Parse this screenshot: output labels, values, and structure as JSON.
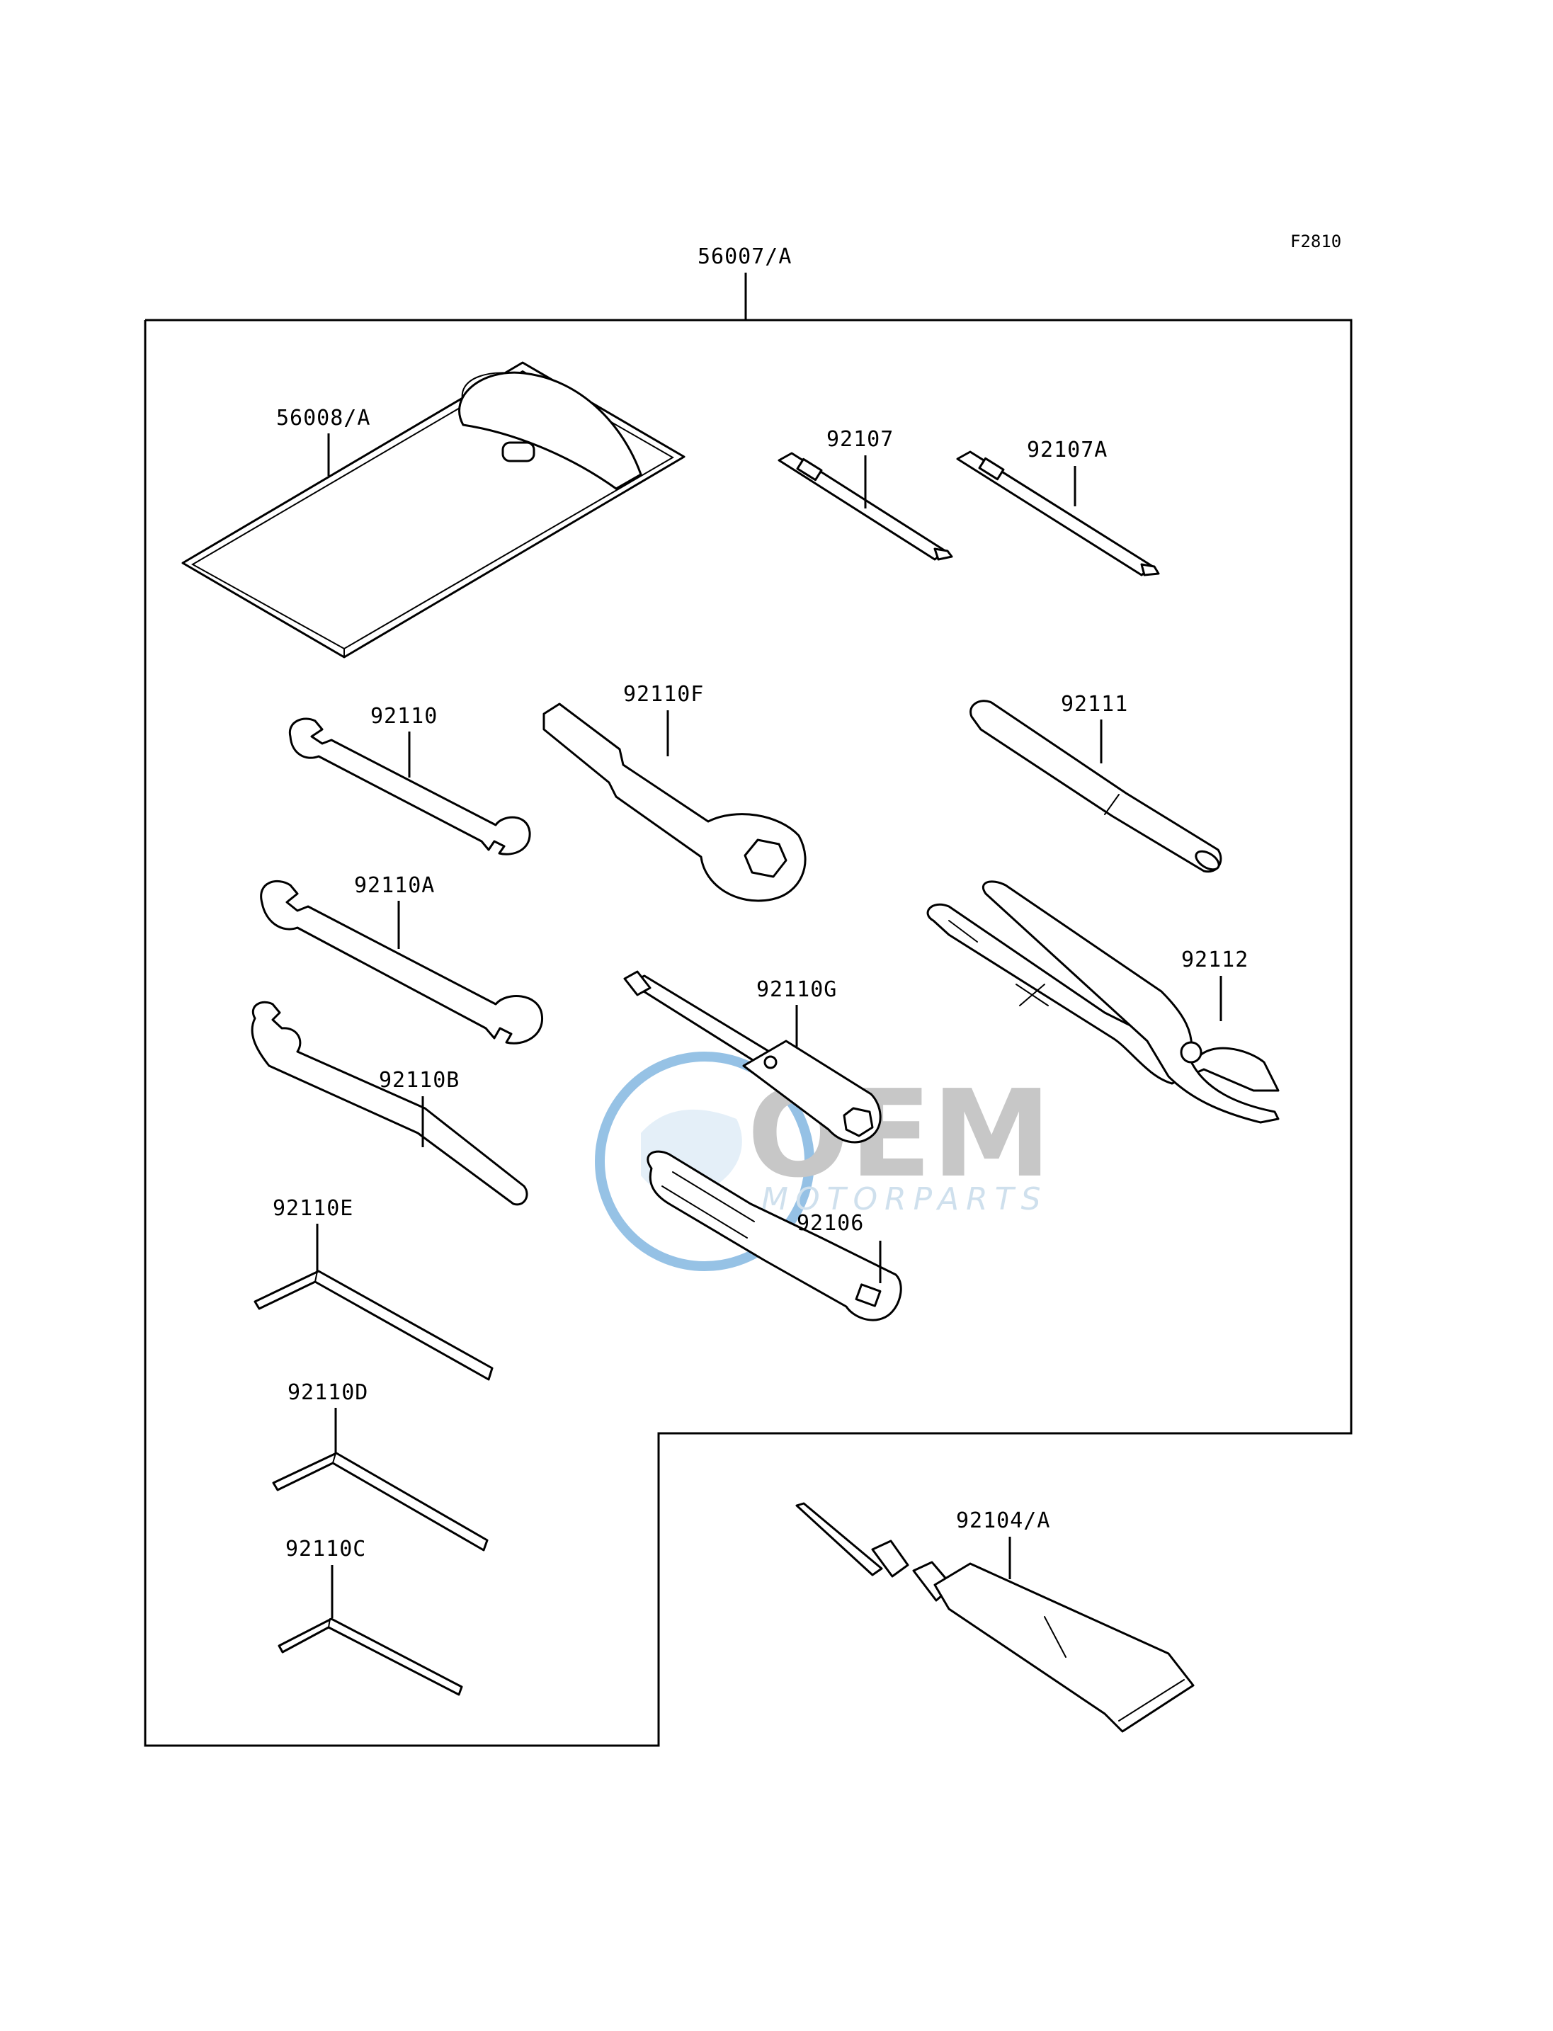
{
  "diagram_code": "F2810",
  "kit_label": "56007/A",
  "parts": {
    "pouch": "56008/A",
    "driver_bit_1": "92107",
    "driver_bit_2": "92107A",
    "wrench_92110": "92110",
    "wrench_92110f": "92110F",
    "extension_92111": "92111",
    "wrench_92110a": "92110A",
    "socket_92110g": "92110G",
    "pliers_92112": "92112",
    "hook_wrench_92110b": "92110B",
    "hex_key_92110e": "92110E",
    "handle_92106": "92106",
    "hex_key_92110d": "92110D",
    "hex_key_92110c": "92110C",
    "grease_92104": "92104/A"
  },
  "watermark": {
    "brand": "OEM",
    "sub": "MOTORPARTS",
    "color_blue": "#3f8fd0",
    "color_gray": "#8c8c8c"
  }
}
